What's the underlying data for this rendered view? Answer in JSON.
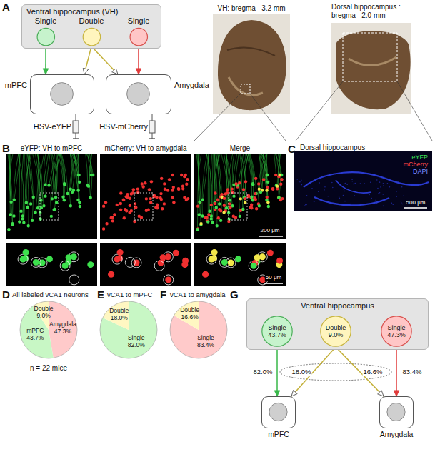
{
  "diagram": {
    "nodes": [
      {
        "text": [
          "Ventral hippocampus (VH)"
        ]
      },
      {
        "text": [
          "Single"
        ],
        "in": 0
      },
      {
        "text": [
          "Double"
        ],
        "in": 0
      },
      {
        "text": [
          "Single"
        ],
        "in": 0
      },
      {
        "text": [
          "mPFC"
        ]
      },
      {
        "text": [
          "Amygdala"
        ]
      },
      {
        "text": [
          "Ventral hippocampus"
        ]
      },
      {
        "text": [
          "Single",
          "43.7%"
        ],
        "in": 6
      },
      {
        "text": [
          "Double",
          "9.0%"
        ],
        "in": 6
      },
      {
        "text": [
          "Single",
          "47.3%"
        ],
        "in": 6
      },
      {
        "text": [
          "mPFC"
        ]
      },
      {
        "text": [
          "Amygdala"
        ]
      }
    ],
    "edges": [
      {
        "from": 1,
        "to": 4,
        "arrow": "to"
      },
      {
        "from": 2,
        "to": 4,
        "arrow": "to"
      },
      {
        "from": 2,
        "to": 5,
        "arrow": "to"
      },
      {
        "from": 3,
        "to": 5,
        "arrow": "to"
      },
      {
        "from": 7,
        "to": 10,
        "label": "82.0%",
        "arrow": "to"
      },
      {
        "from": 8,
        "to": 10,
        "label": "18.0%",
        "arrow": "to"
      },
      {
        "from": 8,
        "to": 11,
        "label": "16.6%",
        "arrow": "to"
      },
      {
        "from": 9,
        "to": 11,
        "label": "83.4%",
        "arrow": "to"
      }
    ],
    "labels": [
      "A",
      "HSV-eYFP",
      "HSV-mCherry",
      "VH: bregma –3.2 mm",
      "Dorsal hippocampus : bregma –2.0 mm",
      "B",
      "eYFP: VH to mPFC",
      "mCherry: VH to amygdala",
      "Merge",
      "200 μm",
      "50 μm",
      "C",
      "Dorsal hippocampus",
      "eYFP",
      "mCherry",
      "DAPI",
      "500 μm",
      "D",
      "All labeled vCA1 neurons",
      "Double",
      "9.0%",
      "mPFC",
      "43.7%",
      "Amygdala",
      "47.3%",
      "n = 22 mice",
      "E",
      "vCA1 to mPFC",
      "Double",
      "18.0%",
      "Single",
      "82.0%",
      "F",
      "vCA1 to amygdala",
      "Double",
      "16.6%",
      "Single",
      "83.4%",
      "G"
    ]
  }
}
